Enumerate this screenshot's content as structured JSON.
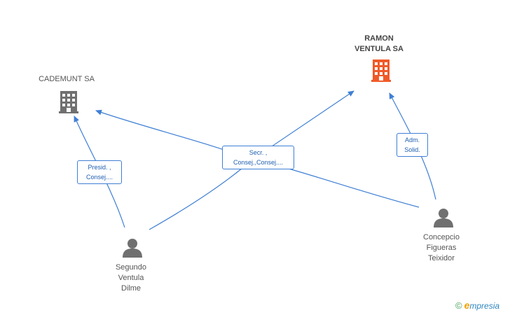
{
  "nodes": {
    "cademunt": {
      "name": "CADEMUNT SA",
      "kind": "company",
      "color": "#707070"
    },
    "ramon": {
      "name": "RAMON\nVENTULA SA",
      "kind": "company",
      "color": "#f05a28"
    },
    "segundo": {
      "name": "Segundo\nVentula\nDilme",
      "kind": "person",
      "color": "#707070"
    },
    "concepcio": {
      "name": "Concepcio\nFigueras\nTeixidor",
      "kind": "person",
      "color": "#707070"
    }
  },
  "edges": [
    {
      "id": "segundo-cademunt",
      "label": "Presid. ,\nConsej...."
    },
    {
      "id": "center-edges",
      "label": "Secr. ,\nConsej.,Consej...."
    },
    {
      "id": "concepcio-ramon",
      "label": "Adm.\nSolid."
    }
  ],
  "colors": {
    "edge": "#3f7fd4"
  },
  "brand": {
    "copyright": "©",
    "e": "e",
    "rest": "mpresia"
  }
}
